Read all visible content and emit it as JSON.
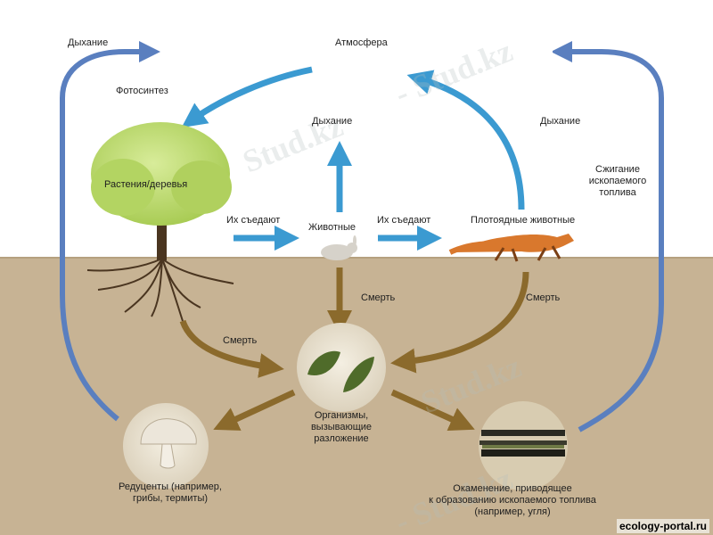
{
  "labels": {
    "atmosphere": "Атмосфера",
    "respiration_left": "Дыхание",
    "photosynthesis": "Фотосинтез",
    "respiration_center": "Дыхание",
    "respiration_right": "Дыхание",
    "fossil_fuel_burning": "Сжигание\nископаемого\nтоплива",
    "plants": "Растения/деревья",
    "eaten_1": "Их съедают",
    "animals": "Животные",
    "eaten_2": "Их съедают",
    "carnivores": "Плотоядные животные",
    "death_left": "Смерть",
    "death_center": "Смерть",
    "death_right": "Смерть",
    "decomposers_org": "Организмы,\nвызывающие\nразложение",
    "reducers": "Редуценты (например,\nгрибы, термиты)",
    "fossilization": "Окаменение, приводящее\nк образованию ископаемого топлива\n(например, угля)"
  },
  "watermarks": [
    "Stud.kz",
    "- Stud.kz",
    "Stud.kz",
    "- Stud.kz"
  ],
  "credit": "ecology-portal.ru",
  "colors": {
    "sky": "#ffffff",
    "soil": "#c7b394",
    "arrow_blue": "#3b9ad1",
    "arrow_dark_blue": "#5a7fbf",
    "arrow_brown": "#8b6a2c",
    "tree_crown": "#b9d86a",
    "fox": "#d9782d"
  }
}
